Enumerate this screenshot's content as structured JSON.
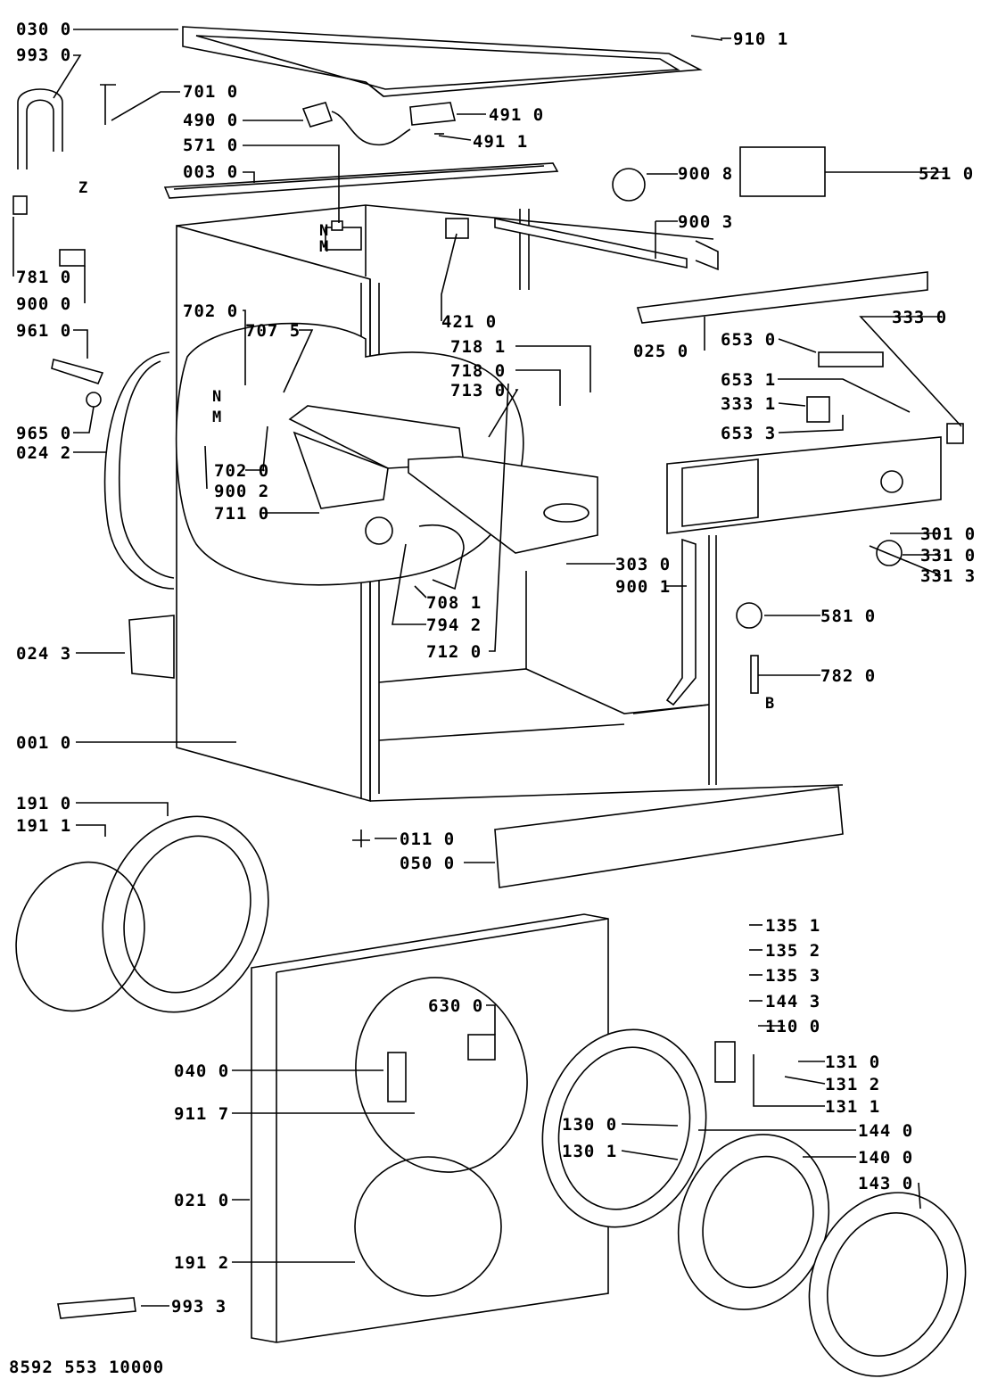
{
  "doc_code": "8592 553 10000",
  "parts": [
    {
      "code": "030 0"
    },
    {
      "code": "993 0"
    },
    {
      "code": "701 0"
    },
    {
      "code": "490 0"
    },
    {
      "code": "491 0"
    },
    {
      "code": "491 1"
    },
    {
      "code": "571 0"
    },
    {
      "code": "003 0"
    },
    {
      "code": "910 1"
    },
    {
      "code": "900 8"
    },
    {
      "code": "521 0"
    },
    {
      "code": "900 3"
    },
    {
      "code": "781 0"
    },
    {
      "code": "900 0"
    },
    {
      "code": "961 0"
    },
    {
      "code": "965 0"
    },
    {
      "code": "024 2"
    },
    {
      "code": "702 0"
    },
    {
      "code": "707 5"
    },
    {
      "code": "702 0"
    },
    {
      "code": "900 2"
    },
    {
      "code": "711 0"
    },
    {
      "code": "421 0"
    },
    {
      "code": "718 1"
    },
    {
      "code": "718 0"
    },
    {
      "code": "713 0"
    },
    {
      "code": "025 0"
    },
    {
      "code": "653 0"
    },
    {
      "code": "333 0"
    },
    {
      "code": "653 1"
    },
    {
      "code": "333 1"
    },
    {
      "code": "653 3"
    },
    {
      "code": "301 0"
    },
    {
      "code": "331 0"
    },
    {
      "code": "331 3"
    },
    {
      "code": "303 0"
    },
    {
      "code": "900 1"
    },
    {
      "code": "708 1"
    },
    {
      "code": "794 2"
    },
    {
      "code": "712 0"
    },
    {
      "code": "581 0"
    },
    {
      "code": "782 0"
    },
    {
      "code": "024 3"
    },
    {
      "code": "001 0"
    },
    {
      "code": "191 0"
    },
    {
      "code": "191 1"
    },
    {
      "code": "011 0"
    },
    {
      "code": "050 0"
    },
    {
      "code": "135 1"
    },
    {
      "code": "135 2"
    },
    {
      "code": "135 3"
    },
    {
      "code": "144 3"
    },
    {
      "code": "110 0"
    },
    {
      "code": "630 0"
    },
    {
      "code": "131 0"
    },
    {
      "code": "131 2"
    },
    {
      "code": "131 1"
    },
    {
      "code": "040 0"
    },
    {
      "code": "911 7"
    },
    {
      "code": "130 0"
    },
    {
      "code": "144 0"
    },
    {
      "code": "130 1"
    },
    {
      "code": "140 0"
    },
    {
      "code": "143 0"
    },
    {
      "code": "021 0"
    },
    {
      "code": "191 2"
    },
    {
      "code": "993 3"
    }
  ],
  "wire_marks": [
    "N",
    "M",
    "N",
    "M",
    "Z",
    "B"
  ]
}
